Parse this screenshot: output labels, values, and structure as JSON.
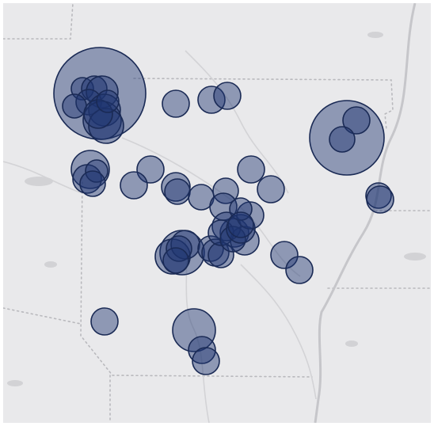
{
  "map": {
    "basemap": "grey-canvas",
    "colors": {
      "background": "#e9e9eb",
      "marker_fill": "#1f3570",
      "marker_stroke": "#1a2a55",
      "boundary": "#b9b9bd",
      "water": "#d2d2d5"
    },
    "marker_opacity": 0.45,
    "size_legend": false,
    "points_count": 67
  }
}
